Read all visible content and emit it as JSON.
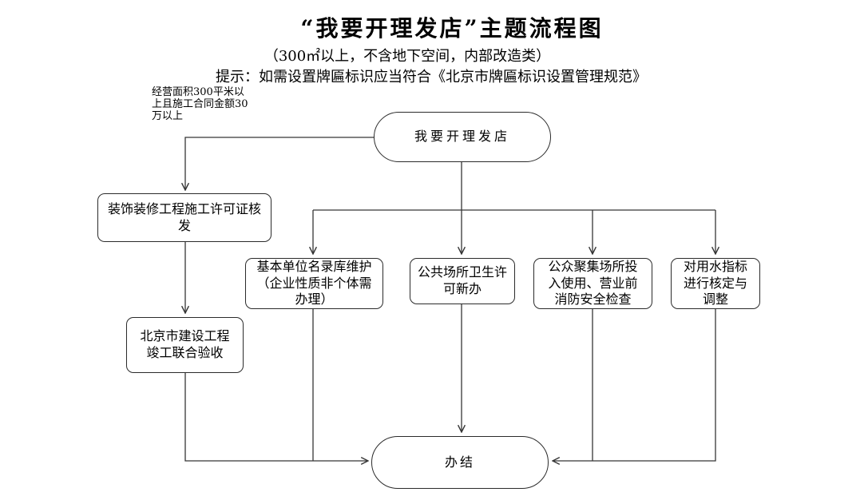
{
  "header": {
    "title": "“我要开理发店”主题流程图",
    "subtitle": "（300㎡以上，不含地下空间，内部改造类）",
    "note": "提示：如需设置牌匾标识应当符合《北京市牌匾标识设置管理规范》"
  },
  "annotation": {
    "text": "经营面积300平米以\n上且施工合同金额30\n万以上"
  },
  "nodes": {
    "start": {
      "label": "我要开理发店",
      "shape": "oval"
    },
    "permit": {
      "label": "装饰装修工程施工许可证核\n发",
      "shape": "rounded-rect"
    },
    "acceptance": {
      "label": "北京市建设工程\n竣工联合验收",
      "shape": "rounded-rect"
    },
    "registry": {
      "label": "基本单位名录库维护\n（企业性质非个体需\n办理）",
      "shape": "rounded-rect"
    },
    "hygiene": {
      "label": "公共场所卫生许\n可新办",
      "shape": "rounded-rect"
    },
    "fire": {
      "label": "公众聚集场所投\n入使用、营业前\n消防安全检查",
      "shape": "rounded-rect"
    },
    "water": {
      "label": "对用水指标\n进行核定与\n调整",
      "shape": "rounded-rect"
    },
    "end": {
      "label": "办结",
      "shape": "oval"
    }
  },
  "edges": [
    {
      "from": "start",
      "to": "permit"
    },
    {
      "from": "start",
      "to": "registry"
    },
    {
      "from": "start",
      "to": "hygiene"
    },
    {
      "from": "start",
      "to": "fire"
    },
    {
      "from": "start",
      "to": "water"
    },
    {
      "from": "permit",
      "to": "acceptance"
    },
    {
      "from": "acceptance",
      "to": "end"
    },
    {
      "from": "registry",
      "to": "end"
    },
    {
      "from": "hygiene",
      "to": "end"
    },
    {
      "from": "fire",
      "to": "end"
    },
    {
      "from": "water",
      "to": "end"
    }
  ],
  "colors": {
    "background": "#ffffff",
    "line": "#363636",
    "border": "#2b2b2b",
    "text": "#000000"
  }
}
